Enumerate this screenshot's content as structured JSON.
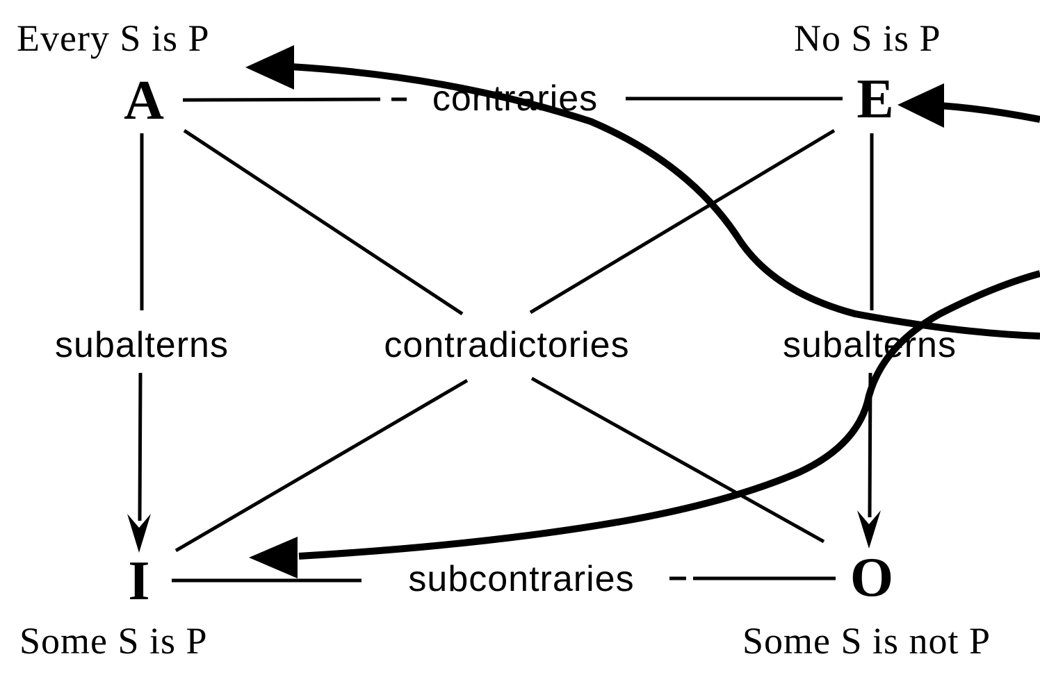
{
  "page": {
    "background": "#ffffff",
    "ink": "#000000"
  },
  "diagram": {
    "type": "square-of-opposition",
    "nodes": {
      "a": {
        "letter": "A",
        "statement": "Every S is P"
      },
      "e": {
        "letter": "E",
        "statement": "No S is P"
      },
      "i": {
        "letter": "I",
        "statement": "Some S is P"
      },
      "o": {
        "letter": "O",
        "statement": "Some S is not P"
      }
    },
    "relations": {
      "top": "contraries",
      "bottom": "subcontraries",
      "left": "subalterns",
      "right": "subalterns",
      "diagonals": "contradictories"
    }
  }
}
